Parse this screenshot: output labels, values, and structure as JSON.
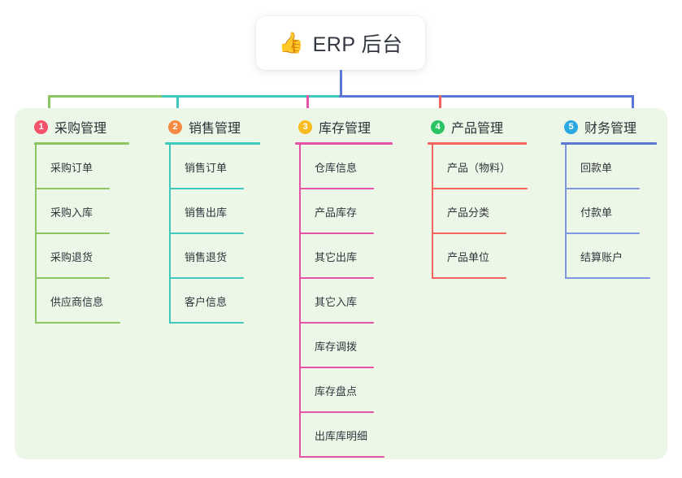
{
  "diagram": {
    "type": "mindmap",
    "root": {
      "emoji": "👍",
      "emoji_name": "thumbs-up-emoji",
      "title": "ERP 后台"
    },
    "branches": [
      {
        "index": "1",
        "title": "采购管理",
        "badge_color": "#f4546b",
        "line_color": "#8dc565",
        "drop_color": "#8dc565",
        "items": [
          "采购订单",
          "采购入库",
          "采购退货",
          "供应商信息"
        ]
      },
      {
        "index": "2",
        "title": "销售管理",
        "badge_color": "#f58a42",
        "line_color": "#3fc8bc",
        "drop_color": "#3fc8bc",
        "items": [
          "销售订单",
          "销售出库",
          "销售退货",
          "客户信息"
        ]
      },
      {
        "index": "3",
        "title": "库存管理",
        "badge_color": "#f8bb20",
        "line_color": "#e653a6",
        "drop_color": "#e653a6",
        "items": [
          "仓库信息",
          "产品库存",
          "其它出库",
          "其它入库",
          "库存调拨",
          "库存盘点",
          "出库库明细"
        ]
      },
      {
        "index": "4",
        "title": "产品管理",
        "badge_color": "#2bc463",
        "line_color": "#f4645f",
        "drop_color": "#f4645f",
        "items": [
          "产品（物料）",
          "产品分类",
          "产品单位"
        ]
      },
      {
        "index": "5",
        "title": "财务管理",
        "badge_color": "#29a8e1",
        "line_color": "#5b77d6",
        "drop_color": "#5b77d6",
        "items": [
          "回款单",
          "付款单",
          "结算账户"
        ]
      }
    ],
    "colors": {
      "panel_background": "#ecf7e8",
      "page_background": "#ffffff",
      "card_background": "#ffffff",
      "text": "#31343b",
      "bus_green": "#8dc565",
      "bus_teal": "#3fc8bc",
      "bus_blue": "#5b77d6"
    }
  }
}
